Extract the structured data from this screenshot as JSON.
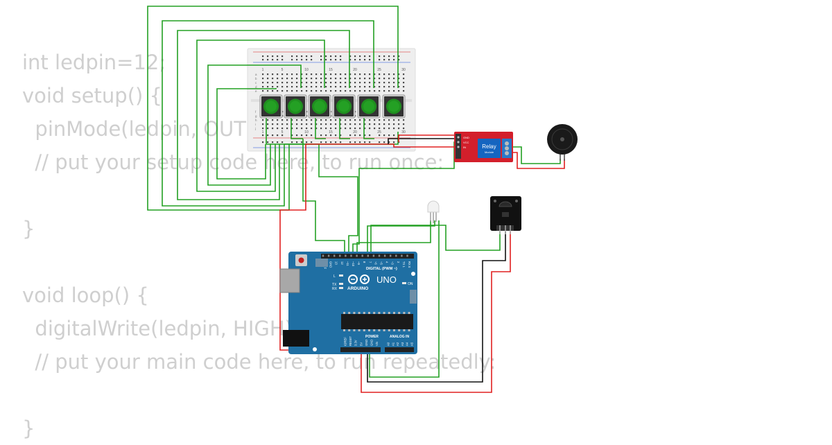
{
  "code_lines": [
    "int ledpin=12;",
    "void setup() {",
    "  pinMode(ledpin, OUTPUT);",
    "  // put your setup code here, to run once:",
    "",
    "}",
    "",
    "void loop() {",
    "  digitalWrite(ledpin, HIGH);",
    "  // put your main code here, to run repeatedly:",
    "",
    "}"
  ],
  "breadboard": {
    "column_numbers": [
      "1",
      "5",
      "10",
      "15",
      "20",
      "25",
      "30"
    ],
    "row_letters_top": [
      "a",
      "b",
      "c",
      "d",
      "e"
    ],
    "row_letters_bottom": [
      "f",
      "g",
      "h",
      "i",
      "j"
    ]
  },
  "relay": {
    "title": "Relay",
    "subtitle": "Module",
    "pins": [
      "GND",
      "VCC",
      "IN"
    ]
  },
  "arduino": {
    "brand": "ARDUINO",
    "model": "UNO",
    "digital_label": "DIGITAL (PWM ~)",
    "power_label": "POWER",
    "analog_label": "ANALOG IN",
    "on_label": "ON",
    "led_labels": [
      "L",
      "TX",
      "RX"
    ],
    "digital_pins": [
      "AREF",
      "GND",
      "13",
      "12",
      "~11",
      "~10",
      "~9",
      "8",
      "7",
      "~6",
      "~5",
      "4",
      "~3",
      "2",
      "TX 1",
      "RX 0"
    ],
    "power_pins": [
      "IOREF",
      "RESET",
      "3.3V",
      "5V",
      "GND",
      "GND",
      "Vin"
    ],
    "analog_pins": [
      "A0",
      "A1",
      "A2",
      "A3",
      "A4",
      "A5"
    ]
  },
  "colors": {
    "code_text": "#cfcfcf",
    "wire_green": "#22a022",
    "wire_red": "#e02020",
    "wire_black": "#111111",
    "arduino_board": "#1f6fa3",
    "relay_board": "#d31f2b",
    "button_cap": "#1f8f1f"
  }
}
